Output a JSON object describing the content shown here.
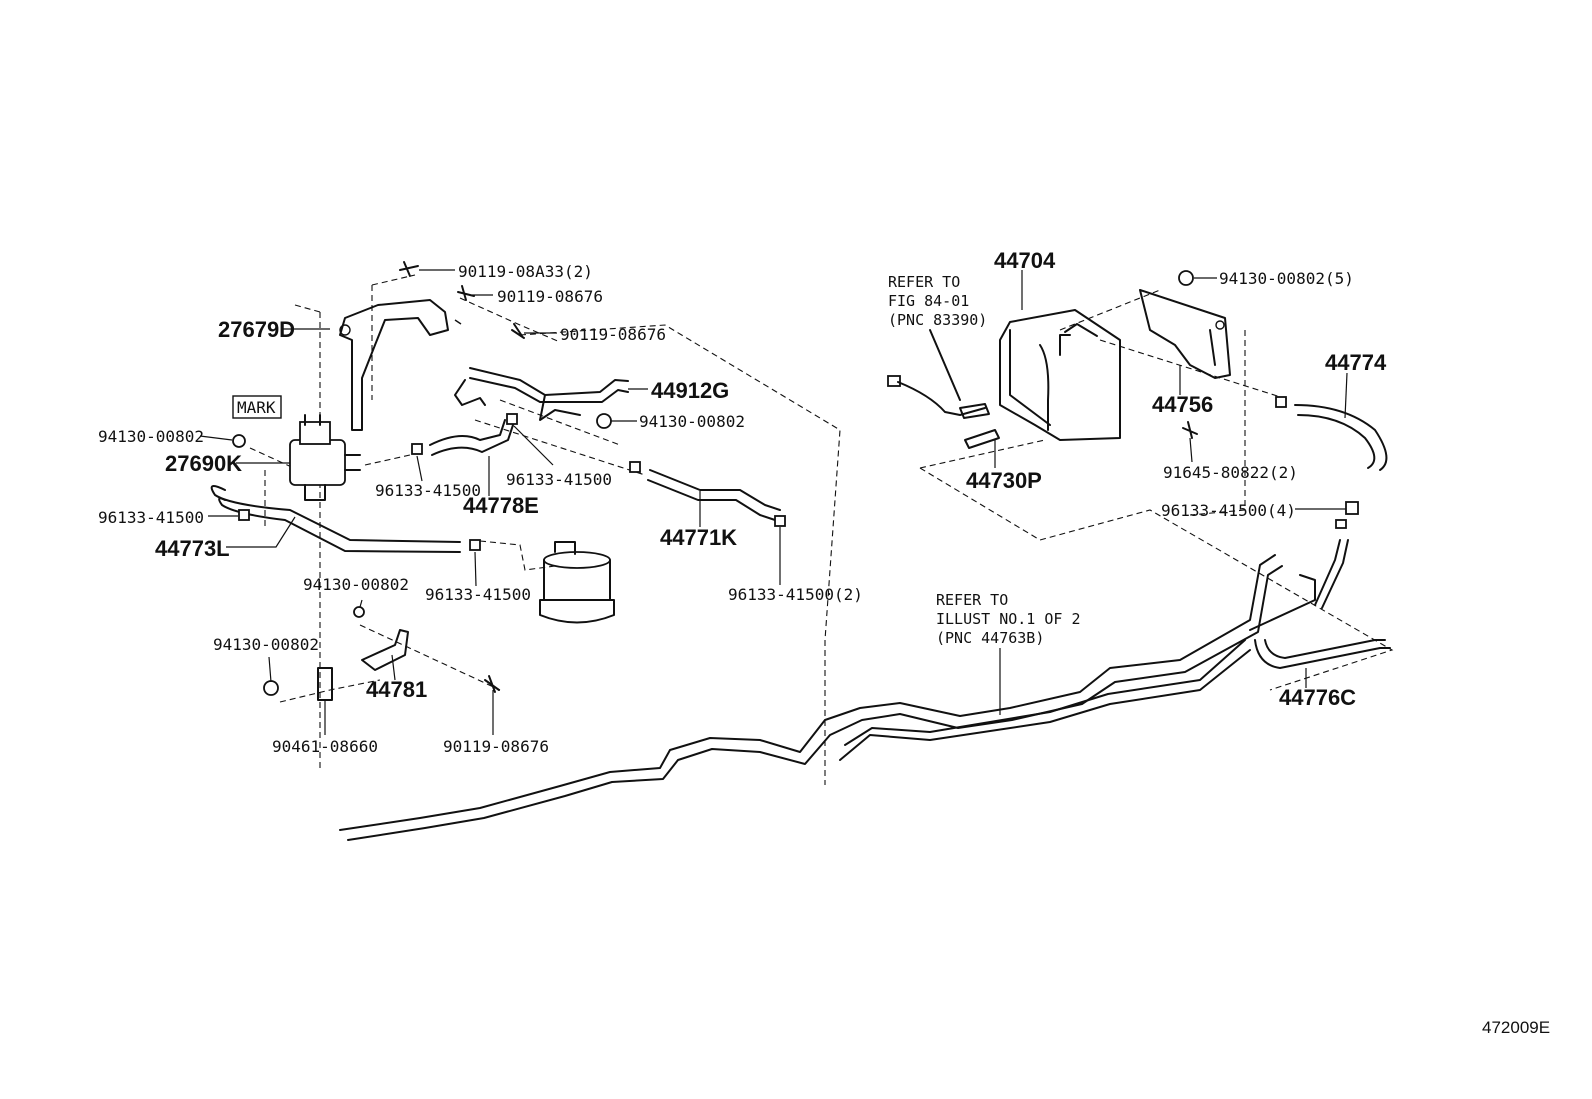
{
  "diagram_code": "472009E",
  "labels": {
    "p90119_08A33": "90119-08A33(2)",
    "p90119_08676_a": "90119-08676",
    "p90119_08676_b": "90119-08676",
    "p27679D": "27679D",
    "mark": "MARK",
    "p94130_00802_a": "94130-00802",
    "p27690K": "27690K",
    "p96133_41500_a": "96133-41500",
    "p44773L": "44773L",
    "p44912G": "44912G",
    "p94130_00802_b": "94130-00802",
    "p96133_41500_b": "96133-41500",
    "p96133_41500_c": "96133-41500",
    "p44778E": "44778E",
    "p44771K": "44771K",
    "p96133_41500_d": "96133-41500",
    "p94130_00802_c": "94130-00802",
    "p96133_41500_2": "96133-41500(2)",
    "p94130_00802_d": "94130-00802",
    "p44781": "44781",
    "p90461_08660": "90461-08660",
    "p90119_08676_c": "90119-08676",
    "p44704": "44704",
    "refer_fig_1": "REFER TO",
    "refer_fig_2": "FIG 84-01",
    "refer_fig_3": "(PNC 83390)",
    "p94130_00802_5": "94130-00802(5)",
    "p44774": "44774",
    "p44756": "44756",
    "p91645_80822": "91645-80822(2)",
    "p44730P": "44730P",
    "p96133_41500_4": "96133-41500(4)",
    "refer_illust_1": "REFER TO",
    "refer_illust_2": "ILLUST NO.1 OF 2",
    "refer_illust_3": "(PNC 44763B)",
    "p44776C": "44776C"
  }
}
